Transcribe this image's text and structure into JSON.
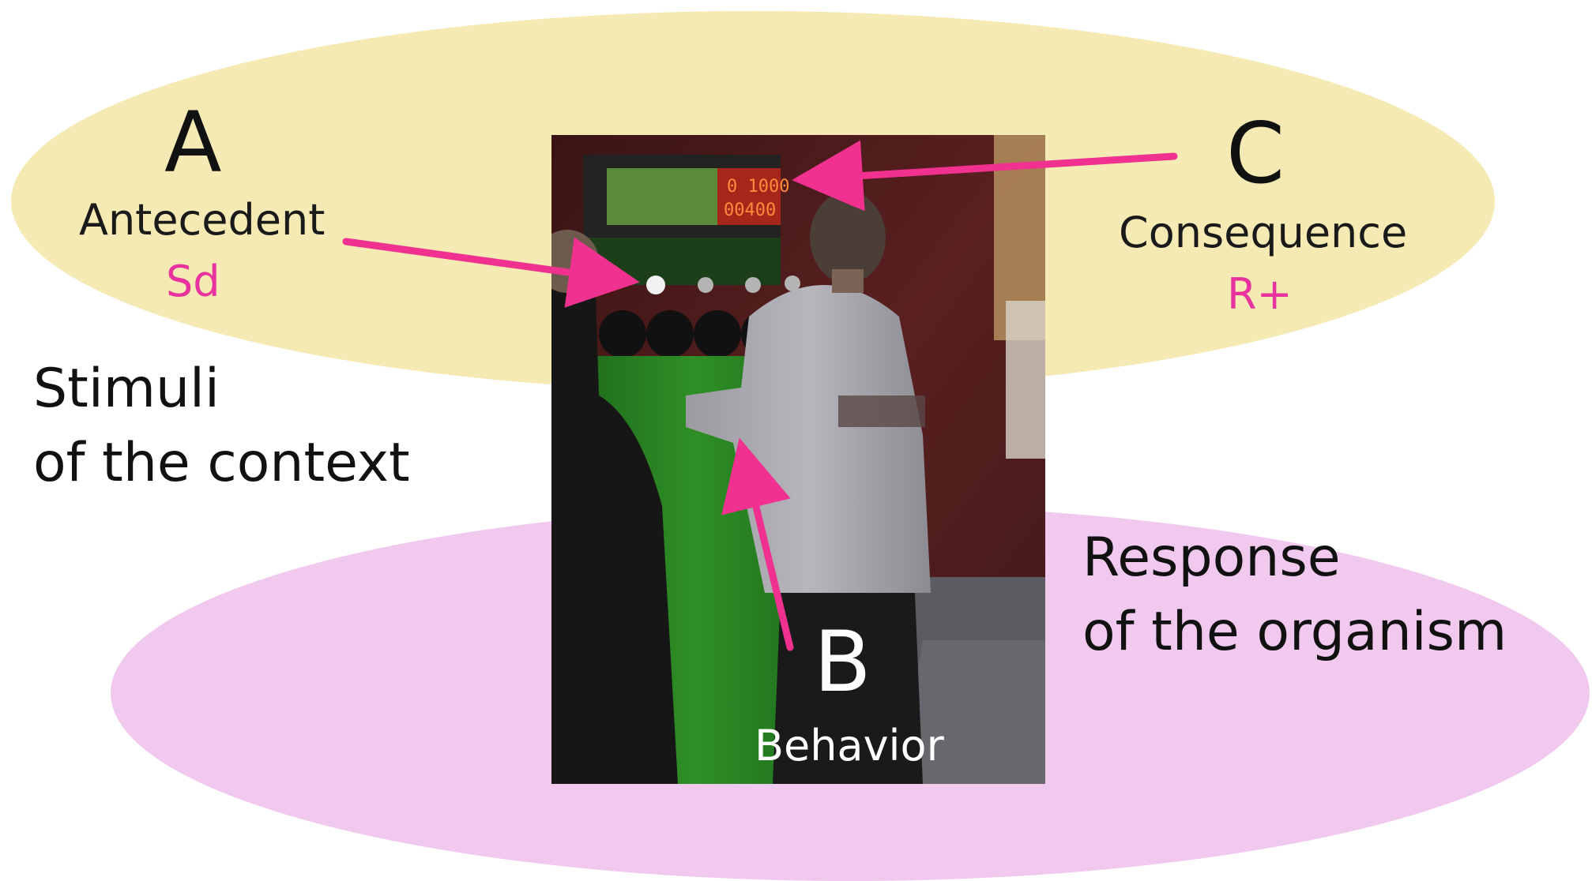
{
  "antecedent": {
    "letter": "A",
    "label": "Antecedent",
    "code": "Sd"
  },
  "consequence": {
    "letter": "C",
    "label": "Consequence",
    "code": "R+"
  },
  "behavior": {
    "letter": "B",
    "label": "Behavior"
  },
  "context": {
    "line1": "Stimuli",
    "line2": "of the context"
  },
  "response": {
    "line1": "Response",
    "line2": "of the organism"
  },
  "scoreboard": {
    "line1": "0 1000",
    "line2": "00400"
  },
  "colors": {
    "context_ellipse": "#f5e9b4",
    "response_ellipse": "#f1c9ee",
    "arrow": "#f0318f",
    "code_text": "#e8339e"
  }
}
